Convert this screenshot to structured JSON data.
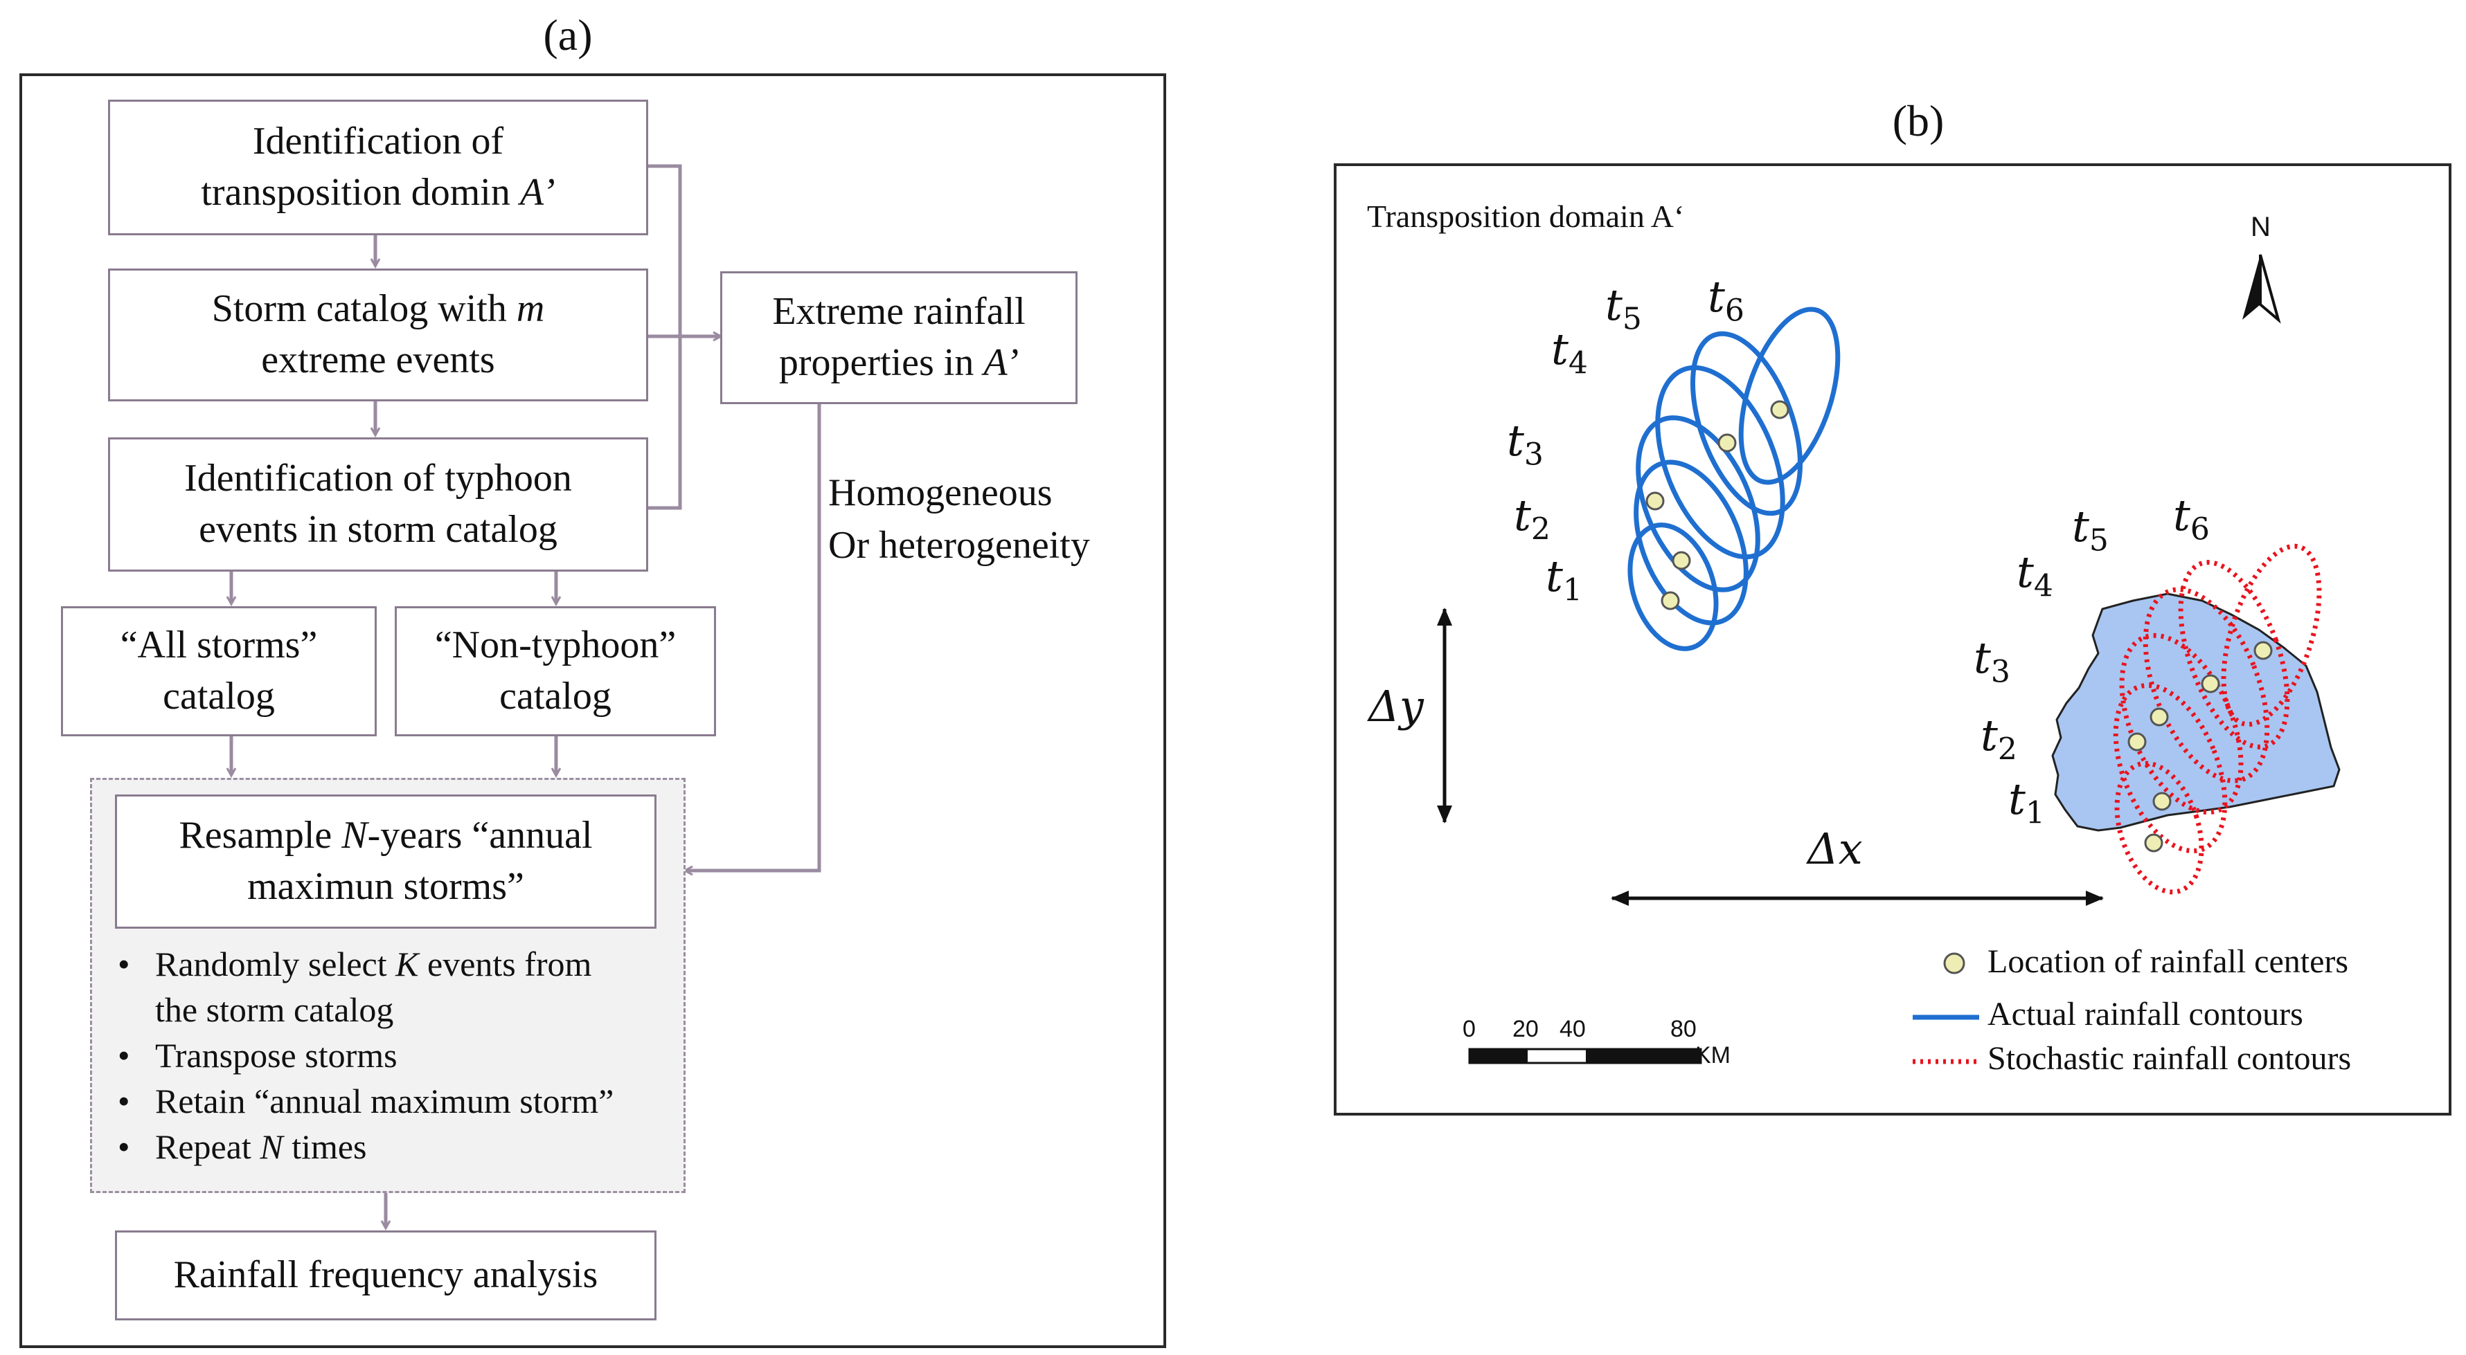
{
  "panel_a": {
    "label": "(a)",
    "box1": {
      "line1": "Identification of",
      "line2": "transposition domin ",
      "var": "A’"
    },
    "box2": {
      "line1": "Storm catalog with ",
      "var": "m",
      "line2": "extreme events"
    },
    "box3": {
      "line1": "Identification of typhoon",
      "line2": "events in storm catalog"
    },
    "box_extreme": {
      "line1": "Extreme rainfall",
      "line2": "properties in ",
      "var": "A’"
    },
    "homogeneous": {
      "line1": "Homogeneous",
      "line2": "Or heterogeneity"
    },
    "all_storms": {
      "line1": "“All storms”",
      "line2": "catalog"
    },
    "non_typhoon": {
      "line1": "“Non-typhoon”",
      "line2": "catalog"
    },
    "resample": {
      "pre": "Resample ",
      "var": "N",
      "post": "-years “annual",
      "line2": "maximun storms”"
    },
    "bullets": {
      "b1_pre": "Randomly select ",
      "b1_var": "K",
      "b1_post": " events from",
      "b1_cont": "the storm catalog",
      "b2": "Transpose storms",
      "b3": "Retain “annual maximum storm”",
      "b4_pre": "Repeat ",
      "b4_var": "N",
      "b4_post": " times"
    },
    "frequency": "Rainfall frequency analysis"
  },
  "panel_b": {
    "label": "(b)",
    "domain_title": "Transposition domain A‘",
    "north": "N",
    "delta_y": "Δy",
    "delta_x": "Δx",
    "t_labels": [
      "t",
      "t",
      "t",
      "t",
      "t",
      "t"
    ],
    "t_subs": [
      "1",
      "2",
      "3",
      "4",
      "5",
      "6"
    ],
    "scale": {
      "ticks": [
        "0",
        "20",
        "40",
        "80"
      ],
      "unit": "KM"
    },
    "legend": {
      "centers": "Location of rainfall centers",
      "actual": "Actual rainfall contours",
      "stochastic": "Stochastic rainfall contours"
    },
    "colors": {
      "actual": "#1f6fd0",
      "stochastic": "#e8141e",
      "basin": "#a9c6f2",
      "arrow": "#9a8ba0",
      "center": "#eeeeb4"
    }
  }
}
